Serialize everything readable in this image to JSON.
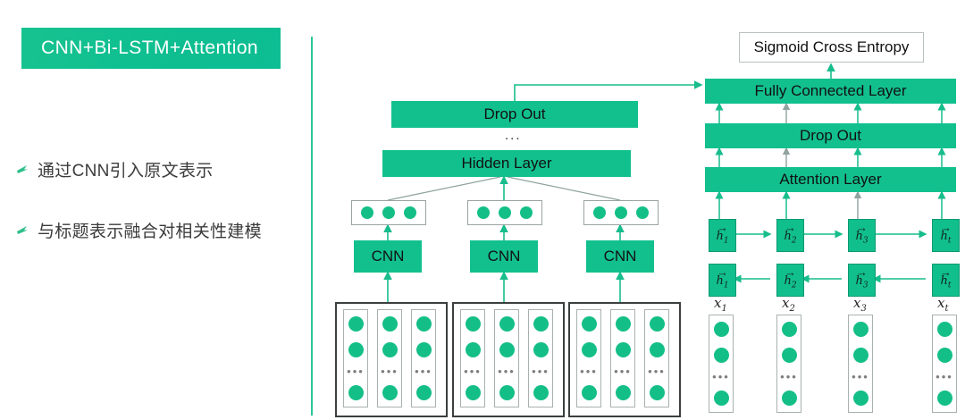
{
  "slide": {
    "title": "CNN+Bi-LSTM+Attention",
    "title_bg": "#12c08e",
    "accent": "#12c08e",
    "bullets": [
      {
        "marker": "arrow-bullet-icon",
        "text": "通过CNN引入原文表示"
      },
      {
        "marker": "arrow-bullet-icon",
        "text": "与标题表示融合对相关性建模"
      }
    ],
    "divider": "vertical-accent-rule"
  },
  "diagram": {
    "left_branch": {
      "dropout": "Drop Out",
      "dropout_ellipsis": "...",
      "hidden_layer": "Hidden Layer",
      "cnn_blocks": [
        "CNN",
        "CNN",
        "CNN"
      ],
      "feature_vectors": [
        {
          "dots": 3
        },
        {
          "dots": 3
        },
        {
          "dots": 3
        }
      ],
      "input_matrices": [
        {
          "columns": 3,
          "dots_per_column": 3,
          "ellipsis": "..."
        },
        {
          "columns": 3,
          "dots_per_column": 3,
          "ellipsis": "..."
        },
        {
          "columns": 3,
          "dots_per_column": 3,
          "ellipsis": "..."
        }
      ]
    },
    "right_branch": {
      "loss": "Sigmoid Cross Entropy",
      "fully_connected": "Fully Connected Layer",
      "dropout": "Drop Out",
      "attention": "Attention Layer",
      "forward_cells": [
        {
          "symbol": "h",
          "sub": "1"
        },
        {
          "symbol": "h",
          "sub": "2"
        },
        {
          "symbol": "h",
          "sub": "3"
        },
        {
          "symbol": "h",
          "sub": "t"
        }
      ],
      "backward_cells": [
        {
          "symbol": "h",
          "sub": "1"
        },
        {
          "symbol": "h",
          "sub": "2"
        },
        {
          "symbol": "h",
          "sub": "3"
        },
        {
          "symbol": "h",
          "sub": "t"
        }
      ],
      "x_labels": [
        {
          "symbol": "x",
          "sub": "1"
        },
        {
          "symbol": "x",
          "sub": "2"
        },
        {
          "symbol": "x",
          "sub": "3"
        },
        {
          "symbol": "x",
          "sub": "t"
        }
      ],
      "embedding_labels": [
        {
          "symbol": "x",
          "sub": "1"
        },
        {
          "symbol": "x",
          "sub": "2"
        },
        {
          "symbol": "x",
          "sub": "3"
        },
        {
          "symbol": "x",
          "sub": "t"
        }
      ],
      "embeddings": [
        {
          "dots": 3,
          "ellipsis": "..."
        },
        {
          "dots": 3,
          "ellipsis": "..."
        },
        {
          "dots": 3,
          "ellipsis": "..."
        },
        {
          "dots": 3,
          "ellipsis": "..."
        }
      ]
    }
  }
}
